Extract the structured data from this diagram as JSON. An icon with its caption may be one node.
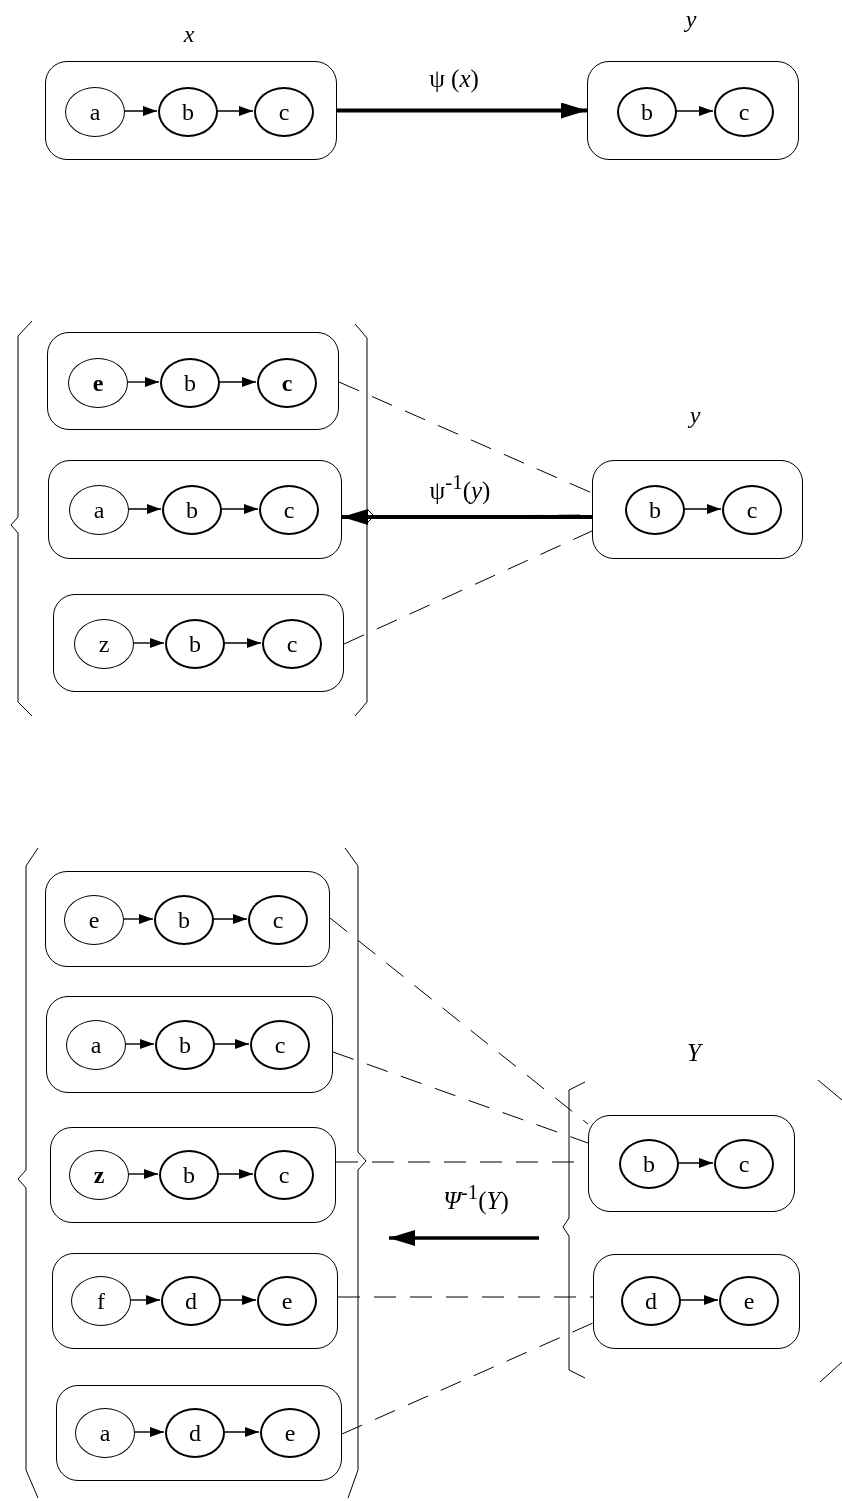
{
  "diagram": {
    "nodes": [
      {
        "text": [
          "x"
        ]
      },
      {
        "text": [
          "a"
        ],
        "in": 0
      },
      {
        "text": [
          "b"
        ],
        "in": 0
      },
      {
        "text": [
          "c"
        ],
        "in": 0
      },
      {
        "text": [
          "y"
        ]
      },
      {
        "text": [
          "b"
        ],
        "in": 4
      },
      {
        "text": [
          "c"
        ],
        "in": 4
      },
      {
        "text": [],
        "shape": "box"
      },
      {
        "text": [
          "e"
        ],
        "in": 7
      },
      {
        "text": [
          "b"
        ],
        "in": 7
      },
      {
        "text": [
          "c"
        ],
        "in": 7
      },
      {
        "text": [],
        "shape": "box"
      },
      {
        "text": [
          "a"
        ],
        "in": 11
      },
      {
        "text": [
          "b"
        ],
        "in": 11
      },
      {
        "text": [
          "c"
        ],
        "in": 11
      },
      {
        "text": [],
        "shape": "box"
      },
      {
        "text": [
          "z"
        ],
        "in": 15
      },
      {
        "text": [
          "b"
        ],
        "in": 15
      },
      {
        "text": [
          "c"
        ],
        "in": 15
      },
      {
        "text": [
          "y"
        ]
      },
      {
        "text": [
          "b"
        ],
        "in": 19
      },
      {
        "text": [
          "c"
        ],
        "in": 19
      },
      {
        "text": [],
        "shape": "box"
      },
      {
        "text": [
          "e"
        ],
        "in": 22
      },
      {
        "text": [
          "b"
        ],
        "in": 22
      },
      {
        "text": [
          "c"
        ],
        "in": 22
      },
      {
        "text": [],
        "shape": "box"
      },
      {
        "text": [
          "a"
        ],
        "in": 26
      },
      {
        "text": [
          "b"
        ],
        "in": 26
      },
      {
        "text": [
          "c"
        ],
        "in": 26
      },
      {
        "text": [],
        "shape": "box"
      },
      {
        "text": [
          "z"
        ],
        "in": 30
      },
      {
        "text": [
          "b"
        ],
        "in": 30
      },
      {
        "text": [
          "c"
        ],
        "in": 30
      },
      {
        "text": [],
        "shape": "box"
      },
      {
        "text": [
          "f"
        ],
        "in": 34
      },
      {
        "text": [
          "d"
        ],
        "in": 34
      },
      {
        "text": [
          "e"
        ],
        "in": 34
      },
      {
        "text": [],
        "shape": "box"
      },
      {
        "text": [
          "a"
        ],
        "in": 38
      },
      {
        "text": [
          "d"
        ],
        "in": 38
      },
      {
        "text": [
          "e"
        ],
        "in": 38
      },
      {
        "text": [],
        "shape": "box"
      },
      {
        "text": [
          "b"
        ],
        "in": 42
      },
      {
        "text": [
          "c"
        ],
        "in": 42
      },
      {
        "text": [],
        "shape": "box"
      },
      {
        "text": [
          "d"
        ],
        "in": 45
      },
      {
        "text": [
          "e"
        ],
        "in": 45
      }
    ],
    "edges": [
      {
        "from": 1,
        "to": 2,
        "arrow": "to"
      },
      {
        "from": 2,
        "to": 3,
        "arrow": "to"
      },
      {
        "from": 0,
        "to": 4,
        "arrow": "to",
        "style": "thick",
        "label": "ψ (*x*)"
      },
      {
        "from": 5,
        "to": 6,
        "arrow": "to"
      },
      {
        "from": 8,
        "to": 9,
        "arrow": "to"
      },
      {
        "from": 9,
        "to": 10,
        "arrow": "to"
      },
      {
        "from": 12,
        "to": 13,
        "arrow": "to"
      },
      {
        "from": 13,
        "to": 14,
        "arrow": "to"
      },
      {
        "from": 16,
        "to": 17,
        "arrow": "to"
      },
      {
        "from": 17,
        "to": 18,
        "arrow": "to"
      },
      {
        "from": 20,
        "to": 21,
        "arrow": "to"
      },
      {
        "from": 7,
        "to": 19,
        "arrow": "none",
        "style": "dashed"
      },
      {
        "from": 11,
        "to": 19,
        "arrow": "none",
        "style": "dashed"
      },
      {
        "from": 15,
        "to": 19,
        "arrow": "none",
        "style": "dashed"
      },
      {
        "from": 19,
        "to": 11,
        "arrow": "to",
        "style": "thick",
        "label": "ψ$^{-1}$(*y*)"
      },
      {
        "from": 23,
        "to": 24,
        "arrow": "to"
      },
      {
        "from": 24,
        "to": 25,
        "arrow": "to"
      },
      {
        "from": 27,
        "to": 28,
        "arrow": "to"
      },
      {
        "from": 28,
        "to": 29,
        "arrow": "to"
      },
      {
        "from": 31,
        "to": 32,
        "arrow": "to"
      },
      {
        "from": 32,
        "to": 33,
        "arrow": "to"
      },
      {
        "from": 35,
        "to": 36,
        "arrow": "to"
      },
      {
        "from": 36,
        "to": 37,
        "arrow": "to"
      },
      {
        "from": 39,
        "to": 40,
        "arrow": "to"
      },
      {
        "from": 40,
        "to": 41,
        "arrow": "to"
      },
      {
        "from": 43,
        "to": 44,
        "arrow": "to"
      },
      {
        "from": 46,
        "to": 47,
        "arrow": "to"
      },
      {
        "from": 22,
        "to": 42,
        "arrow": "none",
        "style": "dashed"
      },
      {
        "from": 26,
        "to": 42,
        "arrow": "none",
        "style": "dashed"
      },
      {
        "from": 30,
        "to": 42,
        "arrow": "none",
        "style": "dashed"
      },
      {
        "from": 34,
        "to": 45,
        "arrow": "none",
        "style": "dashed"
      },
      {
        "from": 38,
        "to": 45,
        "arrow": "none",
        "style": "dashed"
      }
    ],
    "labels": [
      "Y",
      "*Ψ*$^{-1}$(*Y*)"
    ]
  }
}
